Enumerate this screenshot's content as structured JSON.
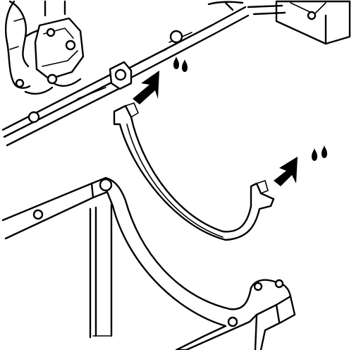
{
  "figure": {
    "kind": "technical-line-illustration",
    "background": "#ffffff",
    "ink": "#000000",
    "parts": [
      "engine-block-casting",
      "oil-gallery-rail",
      "rear-main-bearing-cap",
      "rear-main-seal-half",
      "oil-pan-rail"
    ],
    "arrows": [
      {
        "name": "apply-arrow-upper",
        "icon": "arrow-icon",
        "marker": "oil-drops-icon",
        "drops": 2
      },
      {
        "name": "apply-arrow-lower",
        "icon": "arrow-icon",
        "marker": "oil-drops-icon",
        "drops": 2
      }
    ]
  }
}
